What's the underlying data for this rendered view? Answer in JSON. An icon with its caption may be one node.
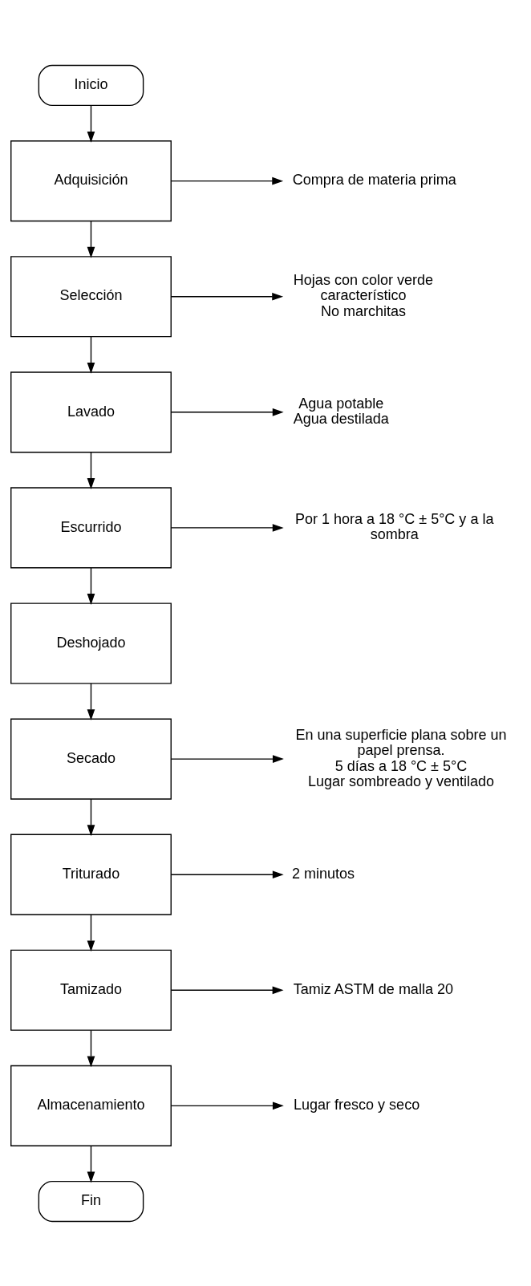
{
  "diagram": {
    "nodes": [
      {
        "text": [
          "Inicio"
        ]
      },
      {
        "text": [
          "Adquisición"
        ]
      },
      {
        "text": [
          "Compra de materia prima"
        ]
      },
      {
        "text": [
          "Selección"
        ]
      },
      {
        "text": [
          "Hojas con color verde característico",
          "No marchitas"
        ]
      },
      {
        "text": [
          "Lavado"
        ]
      },
      {
        "text": [
          "Agua potable",
          "Agua destilada"
        ]
      },
      {
        "text": [
          "Escurrido"
        ]
      },
      {
        "text": [
          "Por 1 hora a 18 °C ± 5°C y a la sombra"
        ]
      },
      {
        "text": [
          "Deshojado"
        ]
      },
      {
        "text": [
          "Secado"
        ]
      },
      {
        "text": [
          "En una superficie plana sobre un papel prensa.",
          "5 días a 18 °C ± 5°C",
          "Lugar sombreado y ventilado"
        ]
      },
      {
        "text": [
          "Triturado"
        ]
      },
      {
        "text": [
          "2 minutos"
        ]
      },
      {
        "text": [
          "Tamizado"
        ]
      },
      {
        "text": [
          "Tamiz ASTM de malla 20"
        ]
      },
      {
        "text": [
          "Almacenamiento"
        ]
      },
      {
        "text": [
          "Lugar fresco y seco"
        ]
      },
      {
        "text": [
          "Fin"
        ]
      }
    ],
    "edges": [
      {
        "from": 0,
        "to": 1,
        "arrow": "to"
      },
      {
        "from": 1,
        "to": 2,
        "arrow": "to"
      },
      {
        "from": 1,
        "to": 3,
        "arrow": "to"
      },
      {
        "from": 3,
        "to": 4,
        "arrow": "to"
      },
      {
        "from": 3,
        "to": 5,
        "arrow": "to"
      },
      {
        "from": 5,
        "to": 6,
        "arrow": "to"
      },
      {
        "from": 5,
        "to": 7,
        "arrow": "to"
      },
      {
        "from": 7,
        "to": 8,
        "arrow": "to"
      },
      {
        "from": 7,
        "to": 9,
        "arrow": "to"
      },
      {
        "from": 9,
        "to": 10,
        "arrow": "to"
      },
      {
        "from": 10,
        "to": 11,
        "arrow": "to"
      },
      {
        "from": 10,
        "to": 12,
        "arrow": "to"
      },
      {
        "from": 12,
        "to": 13,
        "arrow": "to"
      },
      {
        "from": 12,
        "to": 14,
        "arrow": "to"
      },
      {
        "from": 14,
        "to": 15,
        "arrow": "to"
      },
      {
        "from": 14,
        "to": 16,
        "arrow": "to"
      },
      {
        "from": 16,
        "to": 17,
        "arrow": "to"
      },
      {
        "from": 16,
        "to": 18,
        "arrow": "to"
      }
    ]
  }
}
